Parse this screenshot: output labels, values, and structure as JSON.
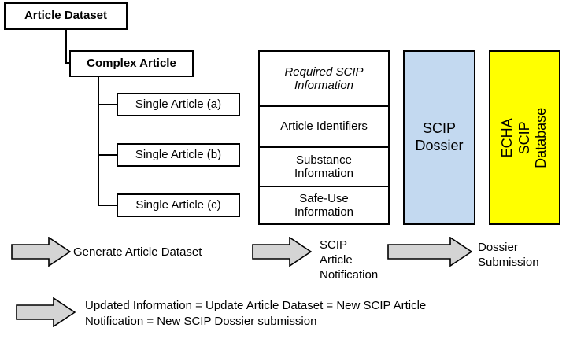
{
  "hierarchy": {
    "root": {
      "label": "Article Dataset"
    },
    "complex": {
      "label": "Complex Article"
    },
    "singles": [
      {
        "label": "Single Article (a)"
      },
      {
        "label": "Single Article (b)"
      },
      {
        "label": "Single Article (c)"
      }
    ]
  },
  "scip_table": {
    "header": "Required SCIP\nInformation",
    "rows": [
      {
        "label": "Article Identifiers"
      },
      {
        "label": "Substance\nInformation"
      },
      {
        "label": "Safe-Use\nInformation"
      }
    ]
  },
  "panels": {
    "dossier": {
      "label": "SCIP\nDossier",
      "color": "#c3d9f0"
    },
    "database": {
      "label": "ECHA SCIP\nDatabase",
      "color": "#ffff00"
    }
  },
  "flow": {
    "arrow_color": "#d4d4d4",
    "steps": [
      {
        "icon": "right-arrow-icon",
        "caption": "Generate Article Dataset"
      },
      {
        "icon": "right-arrow-icon",
        "caption": "SCIP\nArticle\nNotification"
      },
      {
        "icon": "right-arrow-icon",
        "caption": "Dossier\nSubmission"
      }
    ],
    "footer": {
      "icon": "right-arrow-icon",
      "caption": "Updated Information = Update Article Dataset = New SCIP Article\nNotification = New SCIP Dossier submission"
    }
  }
}
